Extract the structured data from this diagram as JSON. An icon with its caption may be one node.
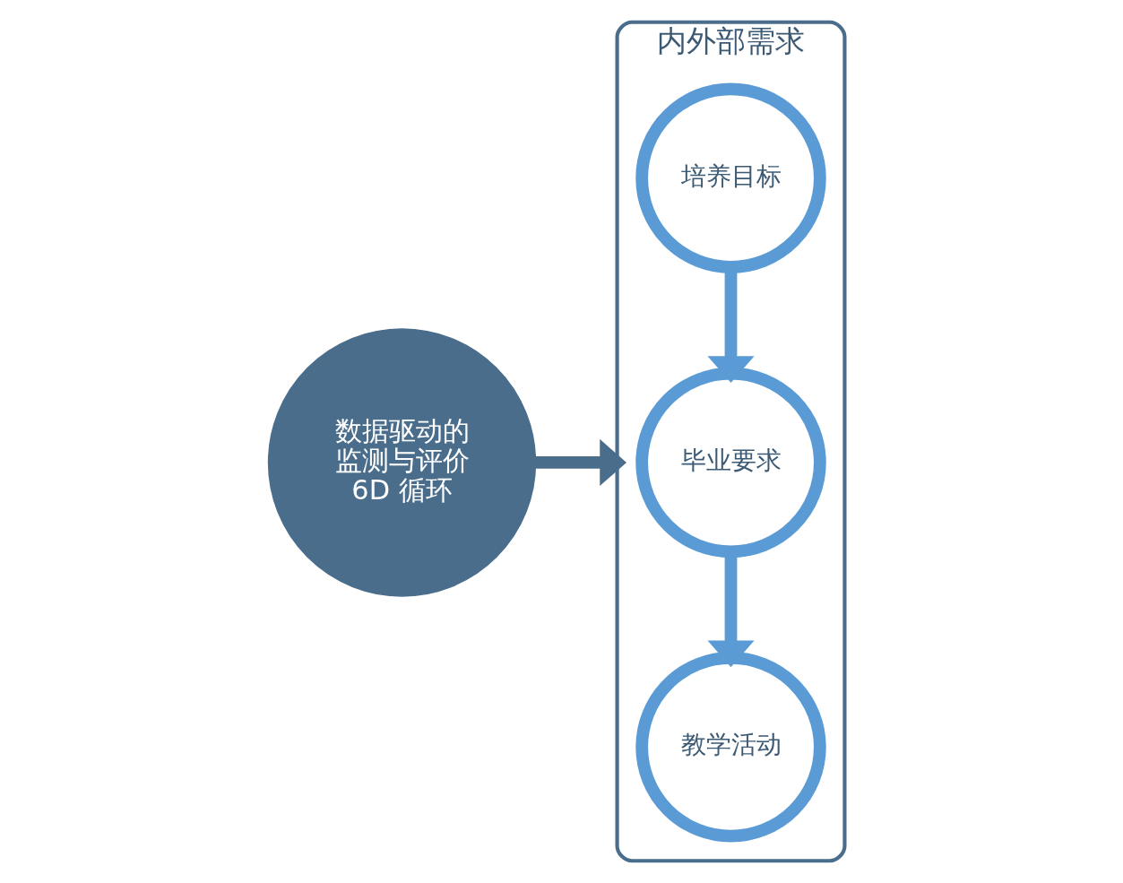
{
  "diagram": {
    "nodes": [
      {
        "text": [
          "数据驱动的监测与评价6D 循环"
        ]
      },
      {
        "text": [
          "内外部需求"
        ]
      },
      {
        "text": [
          "培养目标"
        ],
        "in": 1
      },
      {
        "text": [
          "毕业要求"
        ],
        "in": 1
      },
      {
        "text": [
          "教学活动"
        ],
        "in": 1
      }
    ],
    "edges": [
      {
        "from": 0,
        "to": 1,
        "arrow": "to",
        "color": "#4a6d8c"
      },
      {
        "from": 2,
        "to": 3,
        "arrow": "to"
      },
      {
        "from": 3,
        "to": 4,
        "arrow": "to"
      }
    ]
  }
}
